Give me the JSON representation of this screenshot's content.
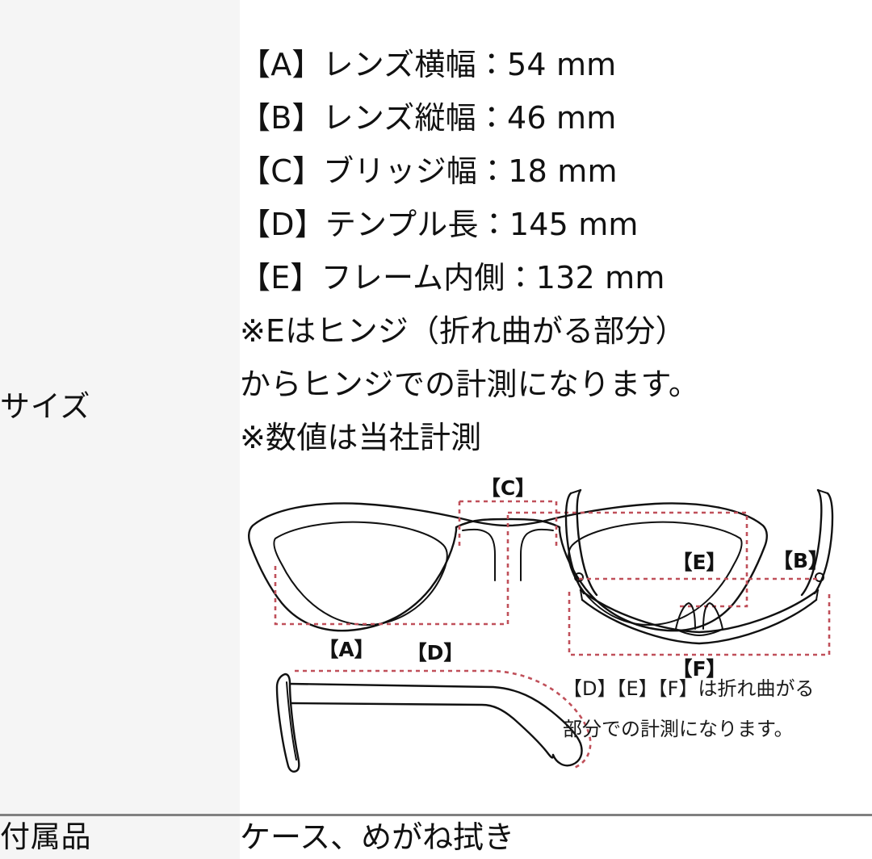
{
  "table": {
    "rows": [
      {
        "label": "サイズ",
        "spec_lines": [
          "【A】レンズ横幅：54 mm",
          "【B】レンズ縦幅：46 mm",
          "【C】ブリッジ幅：18 mm",
          "【D】テンプル長：145 mm",
          "【E】フレーム内側：132 mm",
          "※Eはヒンジ（折れ曲がる部分）",
          "からヒンジでの計測になります。",
          "※数値は当社計測"
        ]
      },
      {
        "label": "付属品",
        "value": "ケース、めがね拭き"
      }
    ]
  },
  "diagram": {
    "labels": {
      "a": "【A】",
      "b": "【B】",
      "c": "【C】",
      "d": "【D】",
      "e": "【E】",
      "f": "【F】"
    },
    "caption_line1": "【D】【E】【F】は折れ曲がる",
    "caption_line2": "部分での計測になります。"
  },
  "colors": {
    "measure_line": "#c0505a",
    "frame_stroke": "#111111",
    "label_cell_bg": "#f5f5f5",
    "border": "#808080"
  }
}
